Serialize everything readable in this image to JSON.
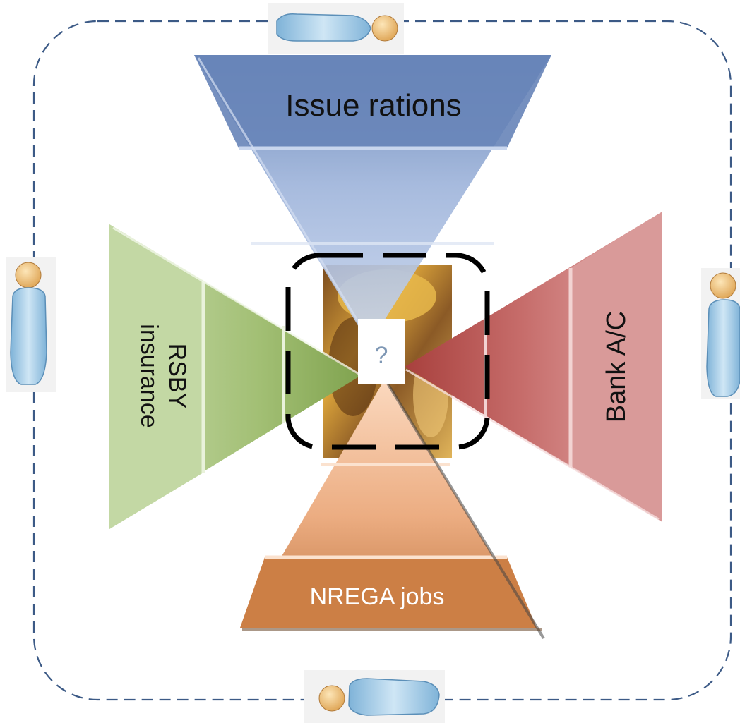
{
  "funnels": {
    "top": {
      "label": "Issue rations"
    },
    "left": {
      "label_line1": "RSBY",
      "label_line2": "insurance"
    },
    "right": {
      "label": "Bank A/C"
    },
    "bottom": {
      "label": "NREGA jobs"
    }
  },
  "center": {
    "unknown_mark": "?"
  },
  "colors": {
    "blue": "#7f99c6",
    "green": "#a5c27c",
    "red": "#c0504d",
    "orange": "#d48a55",
    "dashed_border": "#3c5a86"
  },
  "icons": [
    "person-top-icon",
    "person-left-icon",
    "person-right-icon",
    "person-bottom-icon",
    "portrait-photo"
  ]
}
